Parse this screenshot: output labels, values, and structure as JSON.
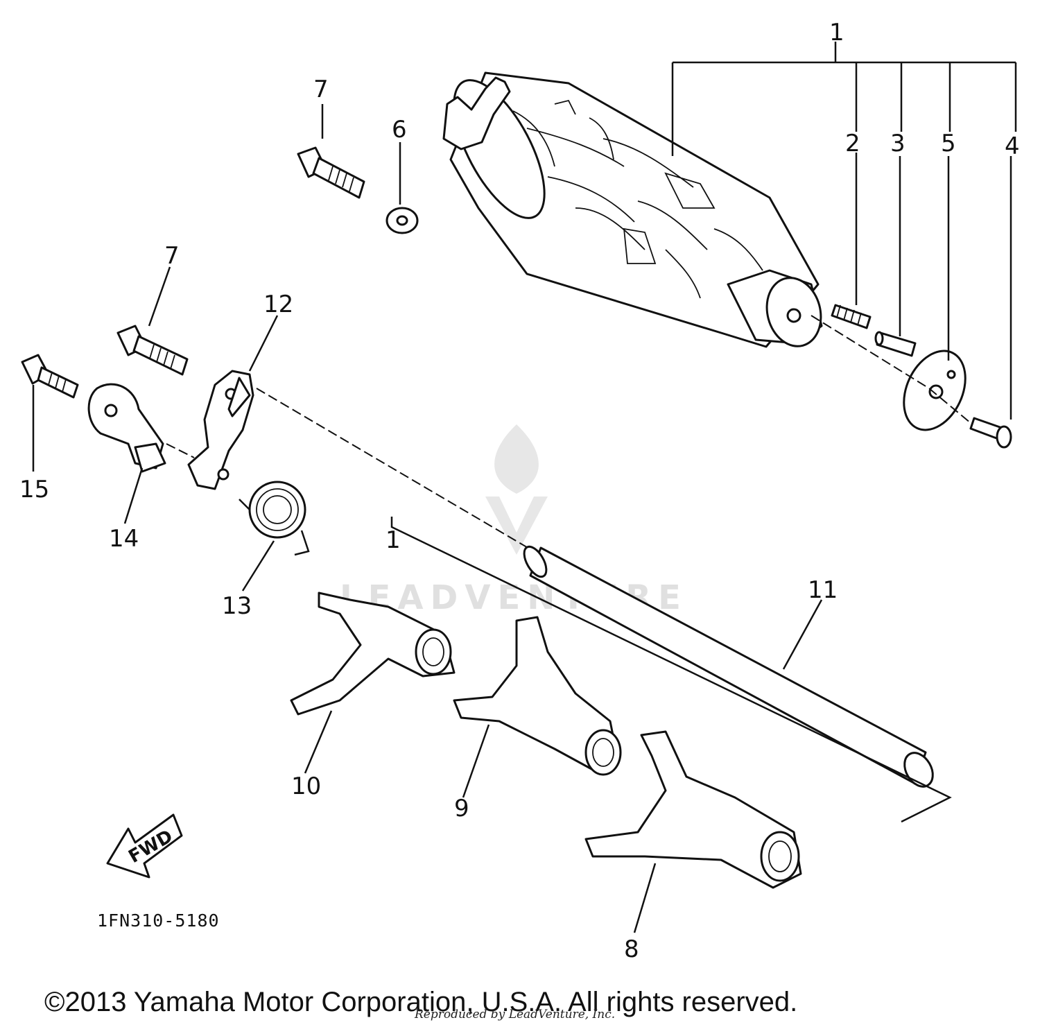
{
  "diagram": {
    "callouts": [
      "1",
      "2",
      "3",
      "4",
      "5",
      "6",
      "7",
      "7",
      "8",
      "9",
      "10",
      "11",
      "12",
      "13",
      "14",
      "15",
      "1"
    ],
    "part_code": "1FN310-5180",
    "fwd_label": "FWD",
    "copyright": "©2013 Yamaha Motor Corporation, U.S.A. All rights reserved.",
    "overprint": "Reproduced by LeadVenture, Inc.",
    "watermark": "LEADVENTURE"
  }
}
